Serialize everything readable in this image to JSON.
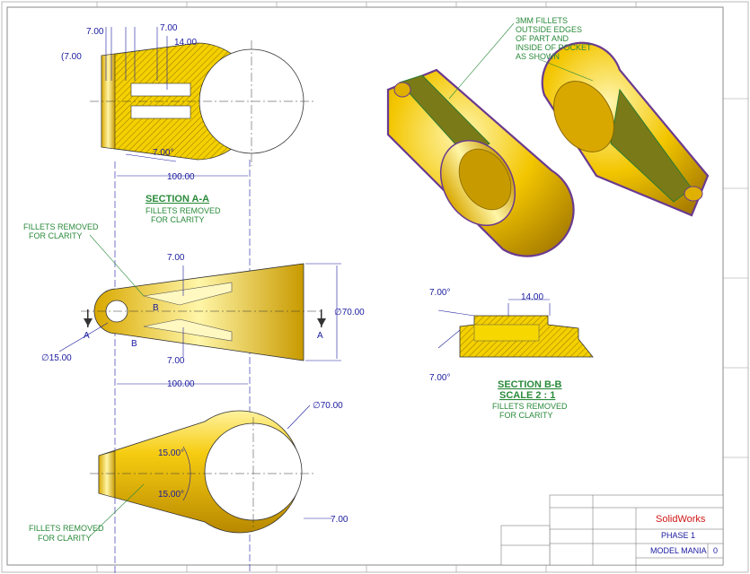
{
  "dimensions": {
    "top_7_paren": "(7.00",
    "top_7": "7.00",
    "top_7b": "7.00",
    "top_14": "14.00",
    "top_angle": "7.00°",
    "top_100": "100.00",
    "mid_7_top": "7.00",
    "mid_7_bottom": "7.00",
    "mid_dia70": "∅70.00",
    "mid_dia15": "∅15.00",
    "mid_100": "100.00",
    "bot_dia70": "∅70.00",
    "bot_angle1": "15.00°",
    "bot_angle2": "15.00°",
    "bot_7": "7.00",
    "bb_angle_top": "7.00°",
    "bb_angle_bottom": "7.00°",
    "bb_14": "14.00"
  },
  "cut_labels": {
    "a_left": "A",
    "a_right": "A",
    "b_top": "B",
    "b_bottom": "B"
  },
  "section_aa": {
    "title": "SECTION A-A",
    "note_line1": "FILLETS REMOVED",
    "note_line2": "FOR CLARITY"
  },
  "section_bb": {
    "title_line1": "SECTION B-B",
    "title_line2": "SCALE 2 : 1",
    "note_line1": "FILLETS REMOVED",
    "note_line2": "FOR CLARITY"
  },
  "notes": {
    "fillets_removed_mid_1": "FILLETS REMOVED",
    "fillets_removed_mid_2": "FOR CLARITY",
    "fillets_removed_bot_1": "FILLETS REMOVED",
    "fillets_removed_bot_2": "FOR CLARITY",
    "fillet_3mm_1": "3MM FILLETS",
    "fillet_3mm_2": "OUTSIDE EDGES",
    "fillet_3mm_3": "OF PART AND",
    "fillet_3mm_4": "INSIDE OF POCKET",
    "fillet_3mm_5": "AS SHOWN"
  },
  "title_block": {
    "brand": "SolidWorks",
    "title": "PHASE 1",
    "subtitle": "MODEL MANIA",
    "rev": "0"
  },
  "colors": {
    "part": "#f2c000",
    "dimension": "#1a1aa0",
    "note": "#2a8a3a",
    "fillet": "#7a3aa0"
  }
}
